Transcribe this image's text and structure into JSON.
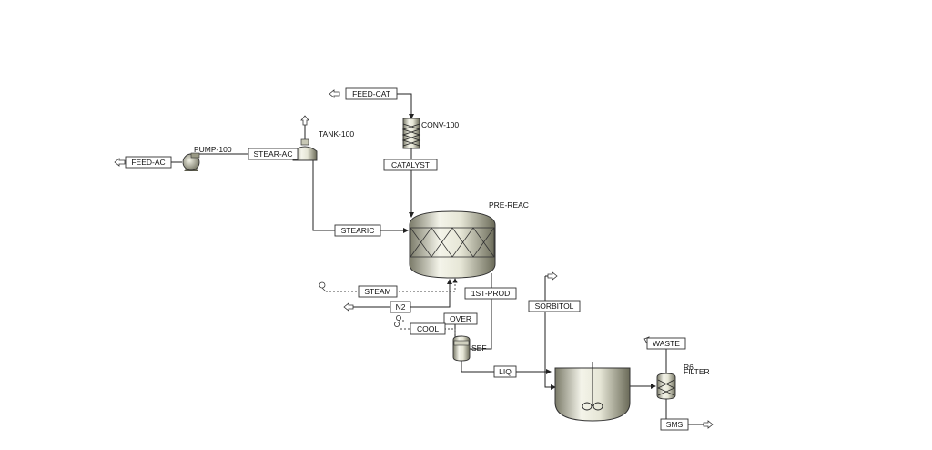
{
  "streams": {
    "feed_ac": "FEED-AC",
    "stear_ac": "STEAR-AC",
    "feed_cat": "FEED-CAT",
    "catalyst": "CATALYST",
    "stearic": "STEARIC",
    "steam": "STEAM",
    "n2": "N2",
    "first_prod": "1ST-PROD",
    "over": "OVER",
    "cool": "COOL",
    "liq": "LIQ",
    "sorbitol": "SORBITOL",
    "waste": "WASTE",
    "sms": "SMS"
  },
  "units": {
    "pump": "PUMP-100",
    "tank": "TANK-100",
    "conveyor": "CONV-100",
    "reactor": "PRE-REAC",
    "separator": "SEF",
    "filter_top": "R6",
    "filter": "FILTER"
  },
  "colors": {
    "equipment_light": "#f2f2e6",
    "equipment_dark": "#6f6f5e"
  }
}
